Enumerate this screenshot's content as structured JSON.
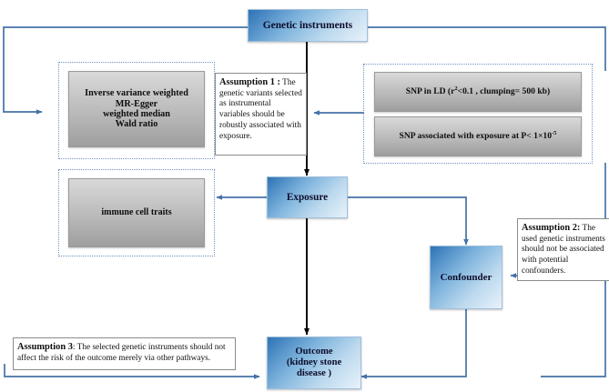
{
  "diagram": {
    "title": "Mendelian randomization study design flowchart",
    "colors": {
      "blue_dark": "#2d73b5",
      "blue_light": "#e8f2fa",
      "grey_dark": "#9e9e9e",
      "grey_light": "#d9d9d9",
      "arrow_blue": "#4472a8",
      "arrow_black": "#000000",
      "dotted_border": "#6f93c4"
    },
    "nodes": {
      "genetic_instruments": {
        "label": "Genetic instruments",
        "style": "blue"
      },
      "exposure": {
        "label": "Exposure",
        "style": "blue"
      },
      "confounder": {
        "label": "Confounder",
        "style": "blue"
      },
      "outcome": {
        "line1": "Outcome",
        "line2": "(kidney stone",
        "line3": "disease )",
        "style": "blue"
      },
      "methods": {
        "line1": "Inverse variance weighted",
        "line2": "MR-Egger",
        "line3": "weighted median",
        "line4": "Wald ratio",
        "style": "grey"
      },
      "immune_cell_traits": {
        "label": "immune cell traits",
        "style": "grey"
      },
      "snp_ld": {
        "prefix": "SNP in LD (r",
        "sup": "2",
        "suffix": "<0.1 , clumping= 500 kb)",
        "style": "grey"
      },
      "snp_assoc": {
        "prefix": "SNP associated with exposure at P< 1×10",
        "sup": "-5",
        "suffix": "",
        "style": "grey"
      }
    },
    "assumptions": {
      "one": {
        "heading": "Assumption 1 :",
        "body": "The genetic variants selected as instrumental variables should be robustly associated with exposure."
      },
      "two": {
        "heading": "Assumption 2:",
        "body": "The used genetic instruments should not be associated with potential confounders."
      },
      "three": {
        "heading": "Assumption 3",
        "body": ": The selected genetic instruments should not affect the risk of the outcome merely via other pathways."
      }
    }
  }
}
